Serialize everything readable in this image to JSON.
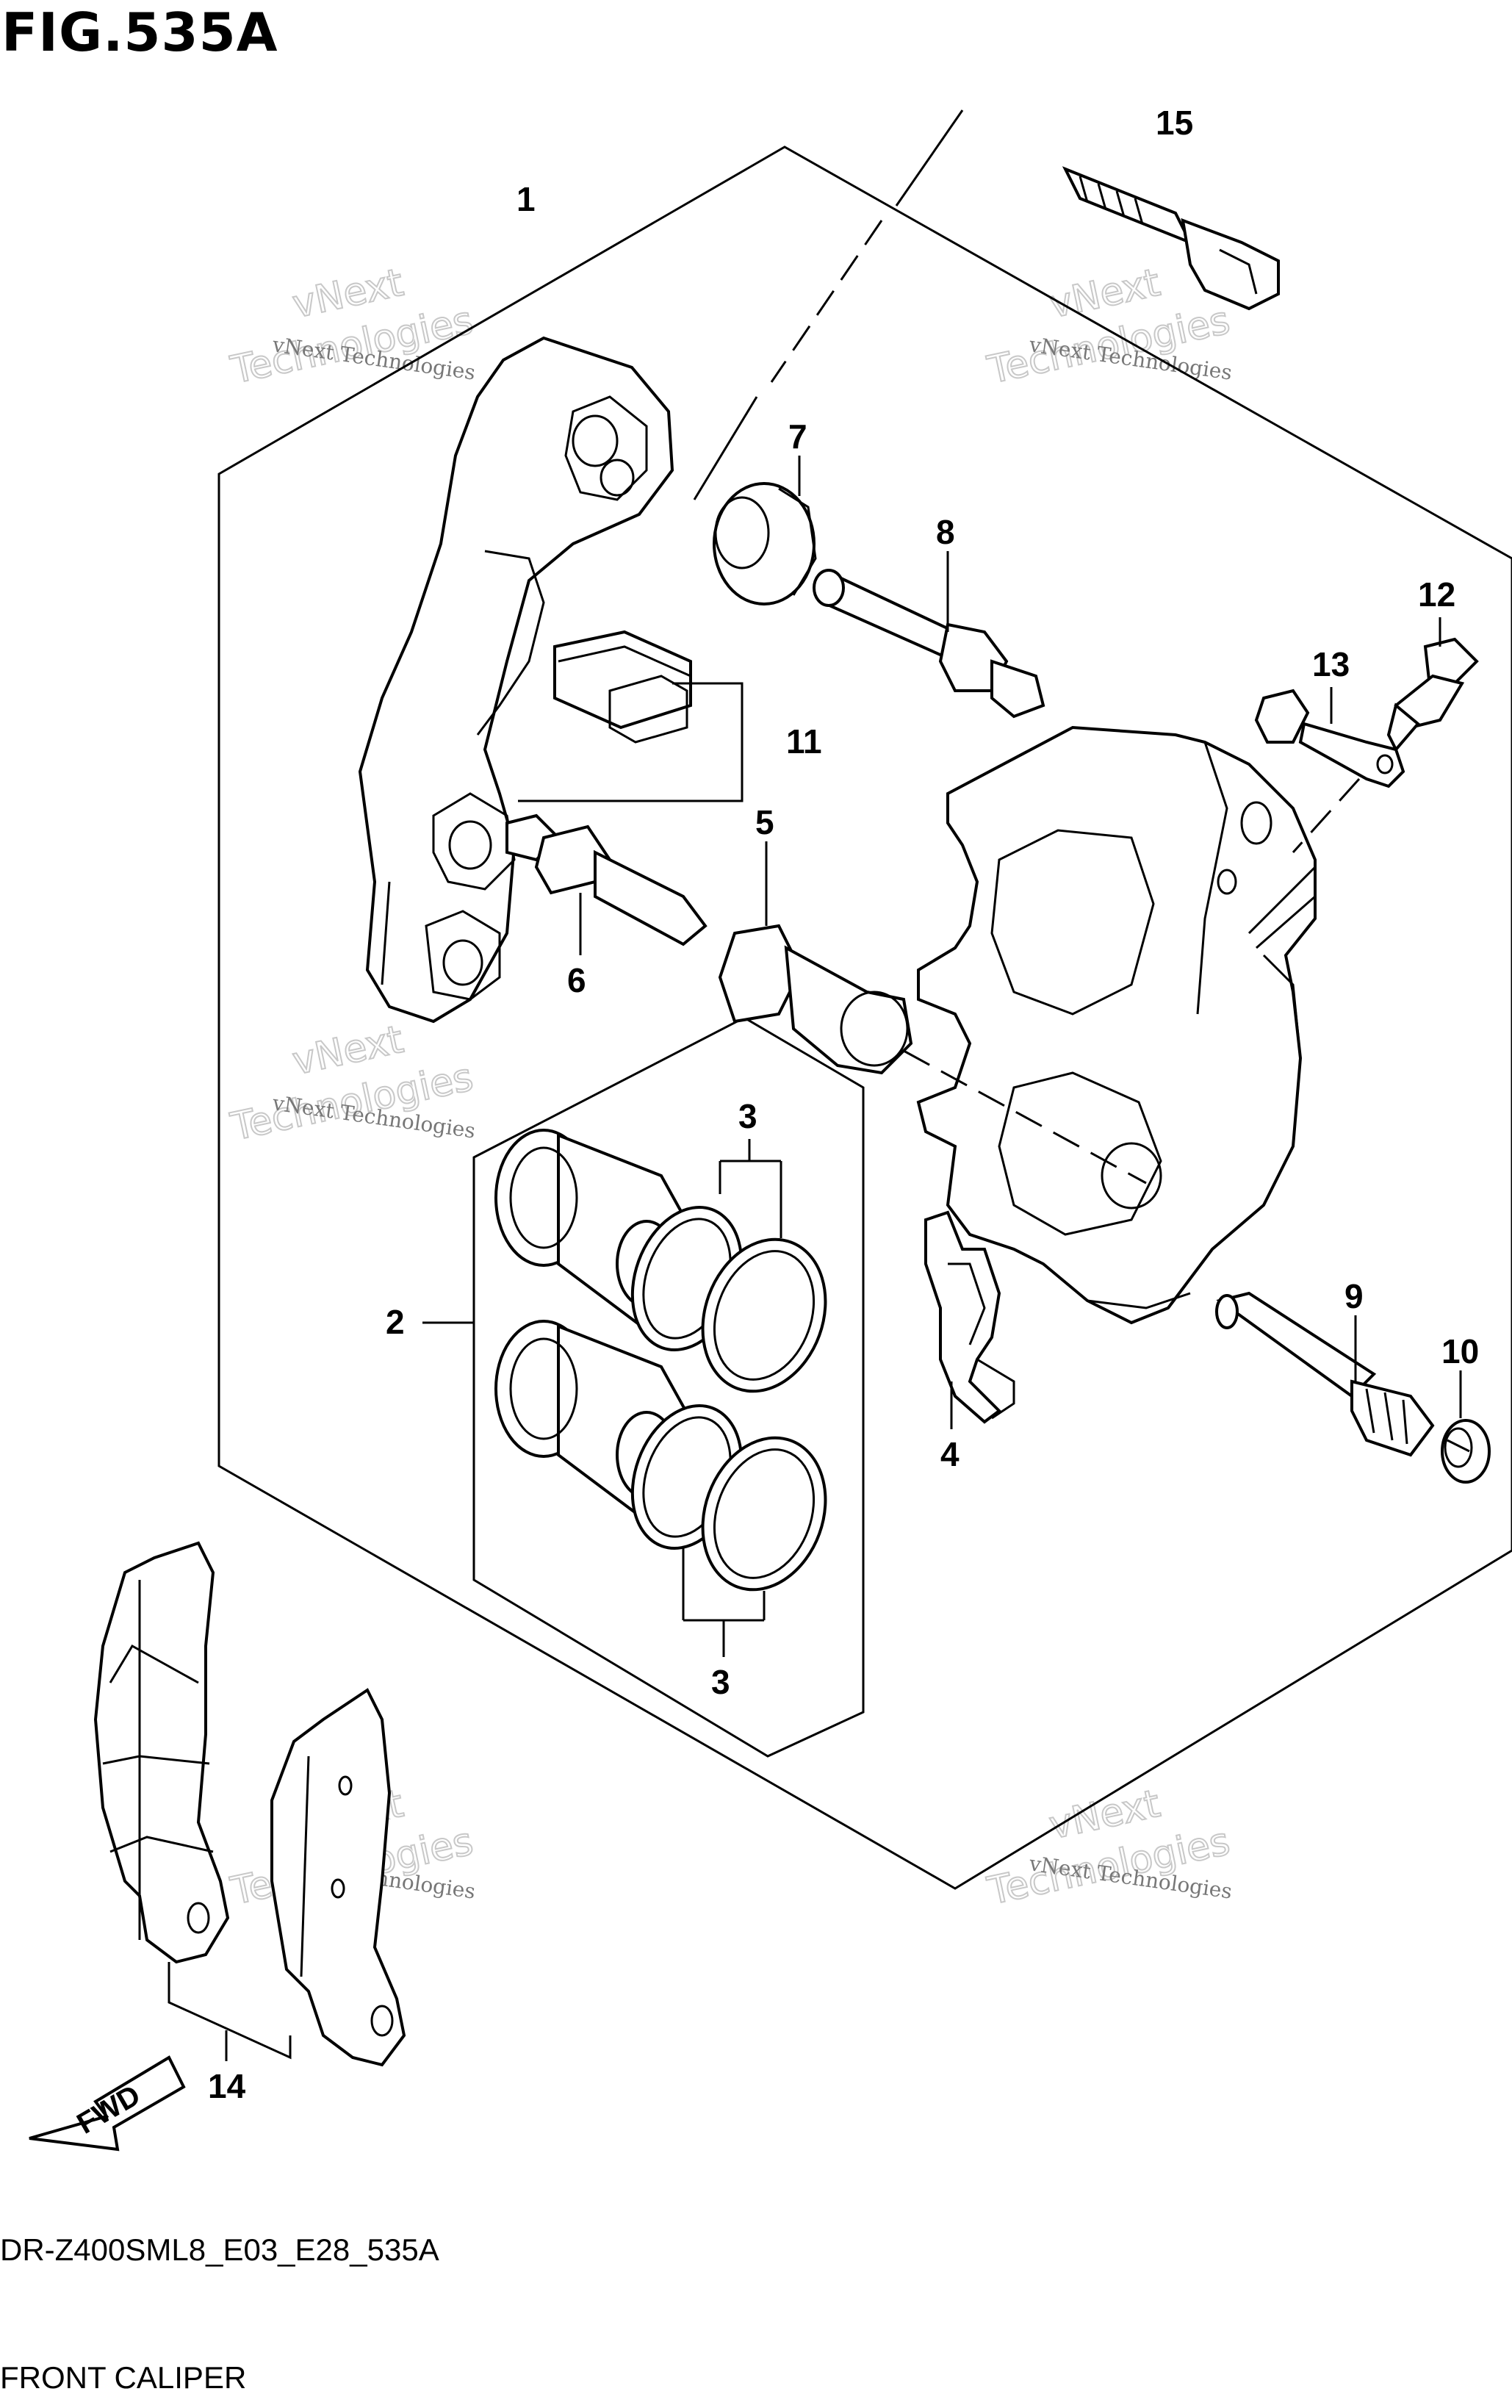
{
  "figure": {
    "title": "FIG.535A",
    "model_code": "DR-Z400SML8_E03_E28_535A",
    "name": "FRONT CALIPER"
  },
  "callouts": {
    "c1": "1",
    "c2": "2",
    "c3a": "3",
    "c3b": "3",
    "c4": "4",
    "c5": "5",
    "c6": "6",
    "c7": "7",
    "c8": "8",
    "c9": "9",
    "c10": "10",
    "c11": "11",
    "c12": "12",
    "c13": "13",
    "c14": "14",
    "c15": "15"
  },
  "fwd_arrow": {
    "label": "FWD"
  },
  "watermark": {
    "line1": "vNext Technologies",
    "line2": "vNext",
    "line3": "Technologies"
  }
}
